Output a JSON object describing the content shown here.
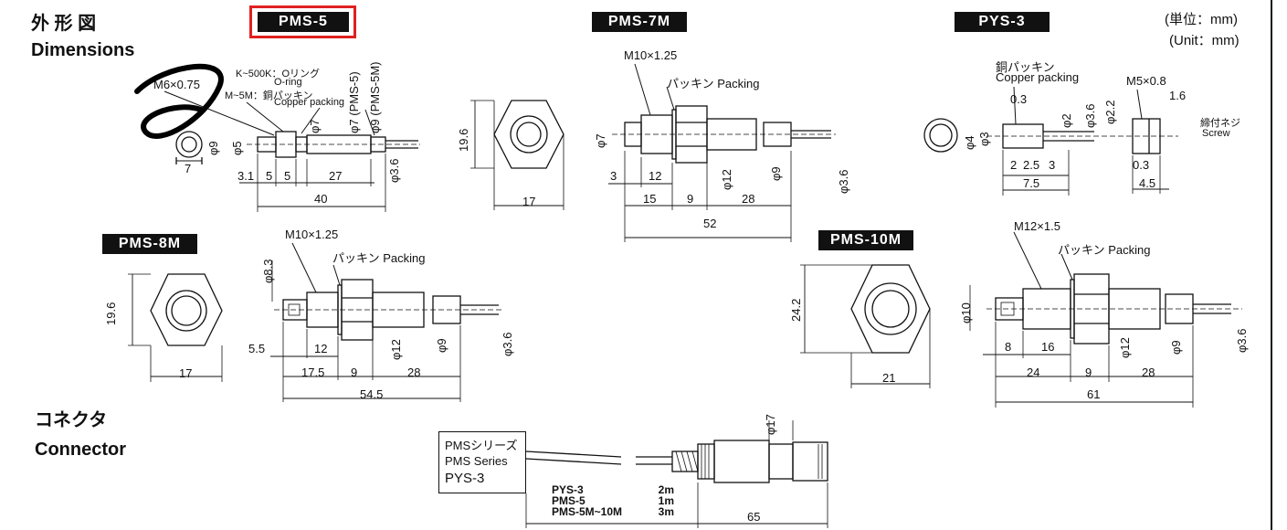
{
  "header": {
    "title_jp": "外 形 図",
    "title_en": "Dimensions",
    "unit_jp": "(単位：mm)",
    "unit_en": "(Unit：mm)"
  },
  "models": {
    "pms5": "PMS-5",
    "pms7m": "PMS-7M",
    "pys3": "PYS-3",
    "pms8m": "PMS-8M",
    "pms10m": "PMS-10M"
  },
  "highlight_color": "#e02020",
  "pms5": {
    "thread": "M6×0.75",
    "note1": "K~500K：Oリング",
    "note1b": "O-ring",
    "note2": "M~5M：銅パッキン",
    "note2b": "Copper packing",
    "d_a": "φ7 (PMS-5)",
    "d_b": "φ9 (PMS-5M)",
    "phi7": "φ7",
    "phi5": "φ5",
    "phi9": "φ9",
    "phi36": "φ3.6",
    "w7": "7",
    "l31": "3.1",
    "l5a": "5",
    "l5b": "5",
    "l27": "27",
    "l40": "40"
  },
  "pms7m": {
    "thread": "M10×1.25",
    "packing": "パッキン Packing",
    "h196": "19.6",
    "w17": "17",
    "phi7": "φ7",
    "phi12": "φ12",
    "phi9": "φ9",
    "phi36": "φ3.6",
    "l3": "3",
    "l12": "12",
    "l15": "15",
    "l9": "9",
    "l28": "28",
    "l52": "52"
  },
  "pys3": {
    "copper_jp": "銅パッキン",
    "copper_en": "Copper packing",
    "screw_jp": "締付ネジ",
    "screw_en": "Screw",
    "thread": "M5×0.8",
    "v03a": "0.3",
    "v16": "1.6",
    "v03b": "0.3",
    "phi4": "φ4",
    "phi3": "φ3",
    "phi2": "φ2",
    "phi36": "φ3.6",
    "phi22": "φ2.2",
    "l2": "2",
    "l25": "2.5",
    "l3": "3",
    "l75": "7.5",
    "l45": "4.5"
  },
  "pms8m": {
    "thread": "M10×1.25",
    "packing": "パッキン Packing",
    "h196": "19.6",
    "w17": "17",
    "phi83": "φ8.3",
    "phi12": "φ12",
    "phi9": "φ9",
    "phi36": "φ3.6",
    "l55": "5.5",
    "l12": "12",
    "l175": "17.5",
    "l9": "9",
    "l28": "28",
    "l545": "54.5"
  },
  "pms10m": {
    "thread": "M12×1.5",
    "packing": "パッキン Packing",
    "h242": "24.2",
    "w21": "21",
    "phi10": "φ10",
    "phi12": "φ12",
    "phi9": "φ9",
    "phi36": "φ3.6",
    "l8": "8",
    "l16": "16",
    "l24": "24",
    "l9": "9",
    "l28": "28",
    "l61": "61"
  },
  "connector": {
    "title_jp": "コネクタ",
    "title_en": "Connector",
    "box_line1": "PMSシリーズ",
    "box_line2": "PMS Series",
    "box_line3": "PYS-3",
    "phi17": "φ17",
    "len65": "65",
    "cables": [
      {
        "model": "PYS-3",
        "length": "2m"
      },
      {
        "model": "PMS-5",
        "length": "1m"
      },
      {
        "model": "PMS-5M~10M",
        "length": "3m"
      }
    ]
  }
}
